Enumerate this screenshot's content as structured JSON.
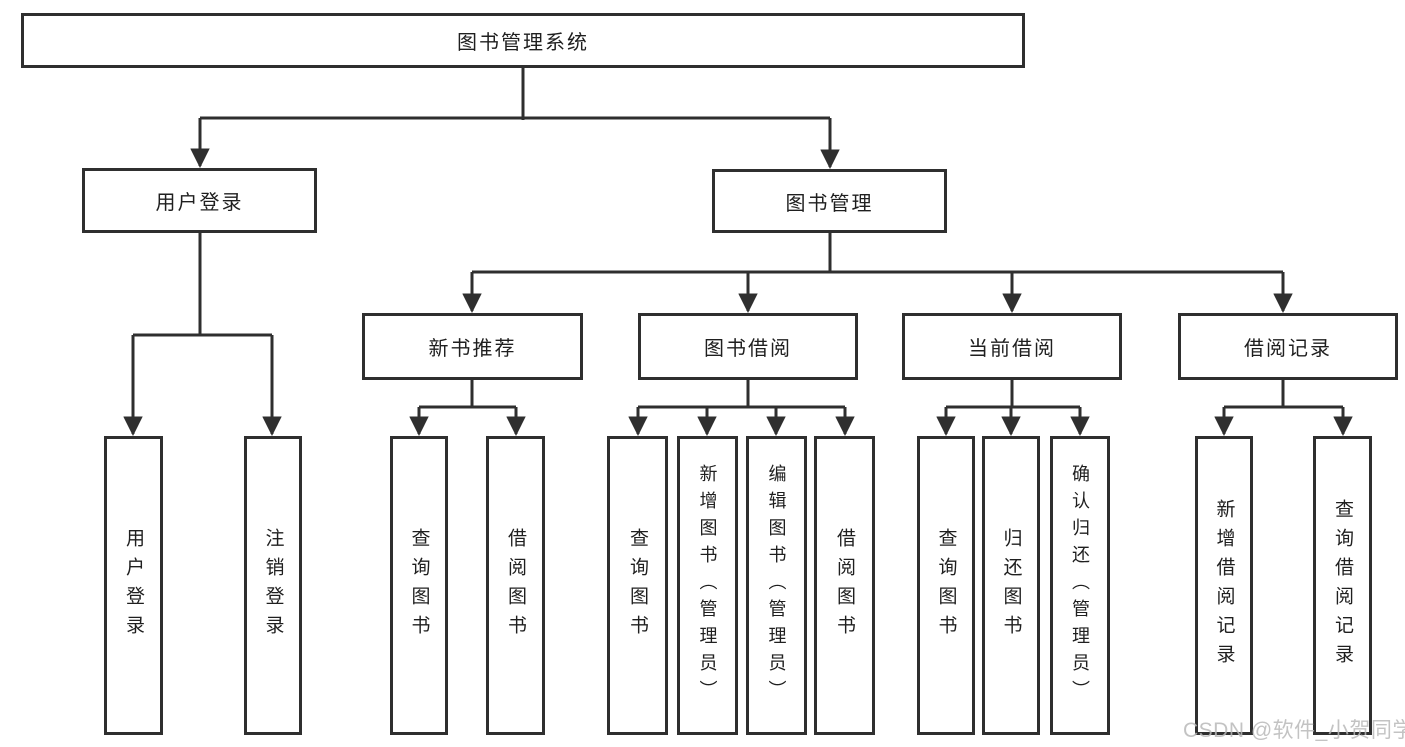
{
  "tree": {
    "root": "图书管理系统",
    "branches": [
      {
        "label": "用户登录",
        "leaves": [
          "用户登录",
          "注销登录"
        ]
      },
      {
        "label": "图书管理",
        "sections": [
          {
            "label": "新书推荐",
            "leaves": [
              "查询图书",
              "借阅图书"
            ]
          },
          {
            "label": "图书借阅",
            "leaves": [
              "查询图书",
              "新增图书（管理员）",
              "编辑图书（管理员）",
              "借阅图书"
            ]
          },
          {
            "label": "当前借阅",
            "leaves": [
              "查询图书",
              "归还图书",
              "确认归还（管理员）"
            ]
          },
          {
            "label": "借阅记录",
            "leaves": [
              "新增借阅记录",
              "查询借阅记录"
            ]
          }
        ]
      }
    ]
  },
  "watermark": "CSDN @软件_小贺同学",
  "colors": {
    "line": "#2f2f2f",
    "text": "#1f1f1f",
    "watermark": "#b9b9b9",
    "background": "#ffffff"
  }
}
